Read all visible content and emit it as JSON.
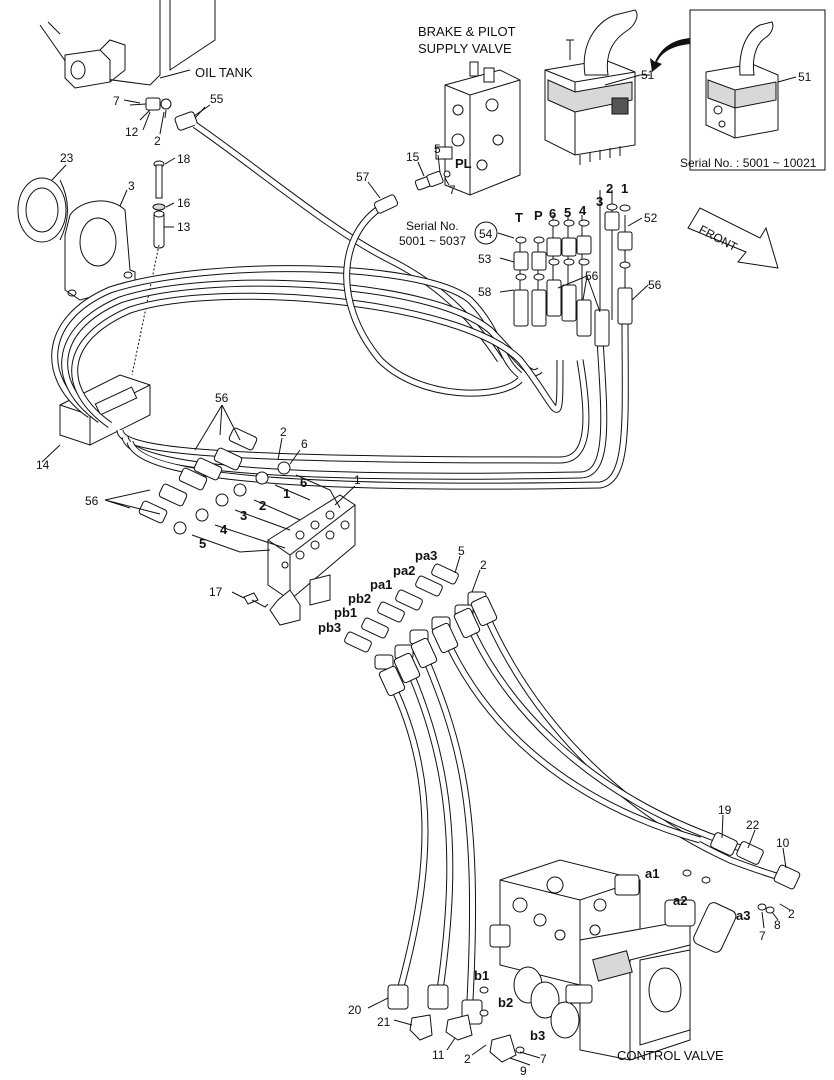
{
  "captions": {
    "oil_tank": "OIL TANK",
    "brake_valve_line1": "BRAKE & PILOT",
    "brake_valve_line2": "SUPPLY VALVE",
    "serial_top_right": "Serial No. : 5001 ~ 10021",
    "serial_mid_line1": "Serial No.",
    "serial_mid_line2": "5001 ~ 5037",
    "front": "FRONT",
    "control_valve": "CONTROL VALVE"
  },
  "port_labels": {
    "PL": "PL",
    "T": "T",
    "P": "P",
    "p6": "6",
    "p5": "5",
    "p4": "4",
    "p2": "2",
    "p1": "1",
    "pa3": "pa3",
    "pa2": "pa2",
    "pa1": "pa1",
    "pb2": "pb2",
    "pb1": "pb1",
    "pb3": "pb3",
    "a1": "a1",
    "a2": "a2",
    "a3": "a3",
    "b1": "b1",
    "b2": "b2",
    "b3": "b3",
    "h6": "6",
    "h1": "1",
    "h2": "2",
    "h3": "3",
    "h4": "4",
    "h5": "5"
  },
  "callouts": {
    "c7a": "7",
    "c12": "12",
    "c2a": "2",
    "c55": "55",
    "c23": "23",
    "c3": "3",
    "c18": "18",
    "c16": "16",
    "c13": "13",
    "c57": "57",
    "c15": "15",
    "c5a": "5",
    "c7b": "7",
    "c51a": "51",
    "c51b": "51",
    "c52": "52",
    "c54": "54",
    "c53": "53",
    "c58": "58",
    "c56a": "56",
    "c56b": "56",
    "c56c": "56",
    "c56d": "56",
    "c14": "14",
    "c2b": "2",
    "c6": "6",
    "c1": "1",
    "c17": "17",
    "c5b": "5",
    "c2c": "2",
    "c19": "19",
    "c22": "22",
    "c10": "10",
    "c7c": "7",
    "c8": "8",
    "c2d": "2",
    "c20": "20",
    "c21": "21",
    "c11": "11",
    "c2e": "2",
    "c9": "9",
    "c7d": "7"
  }
}
